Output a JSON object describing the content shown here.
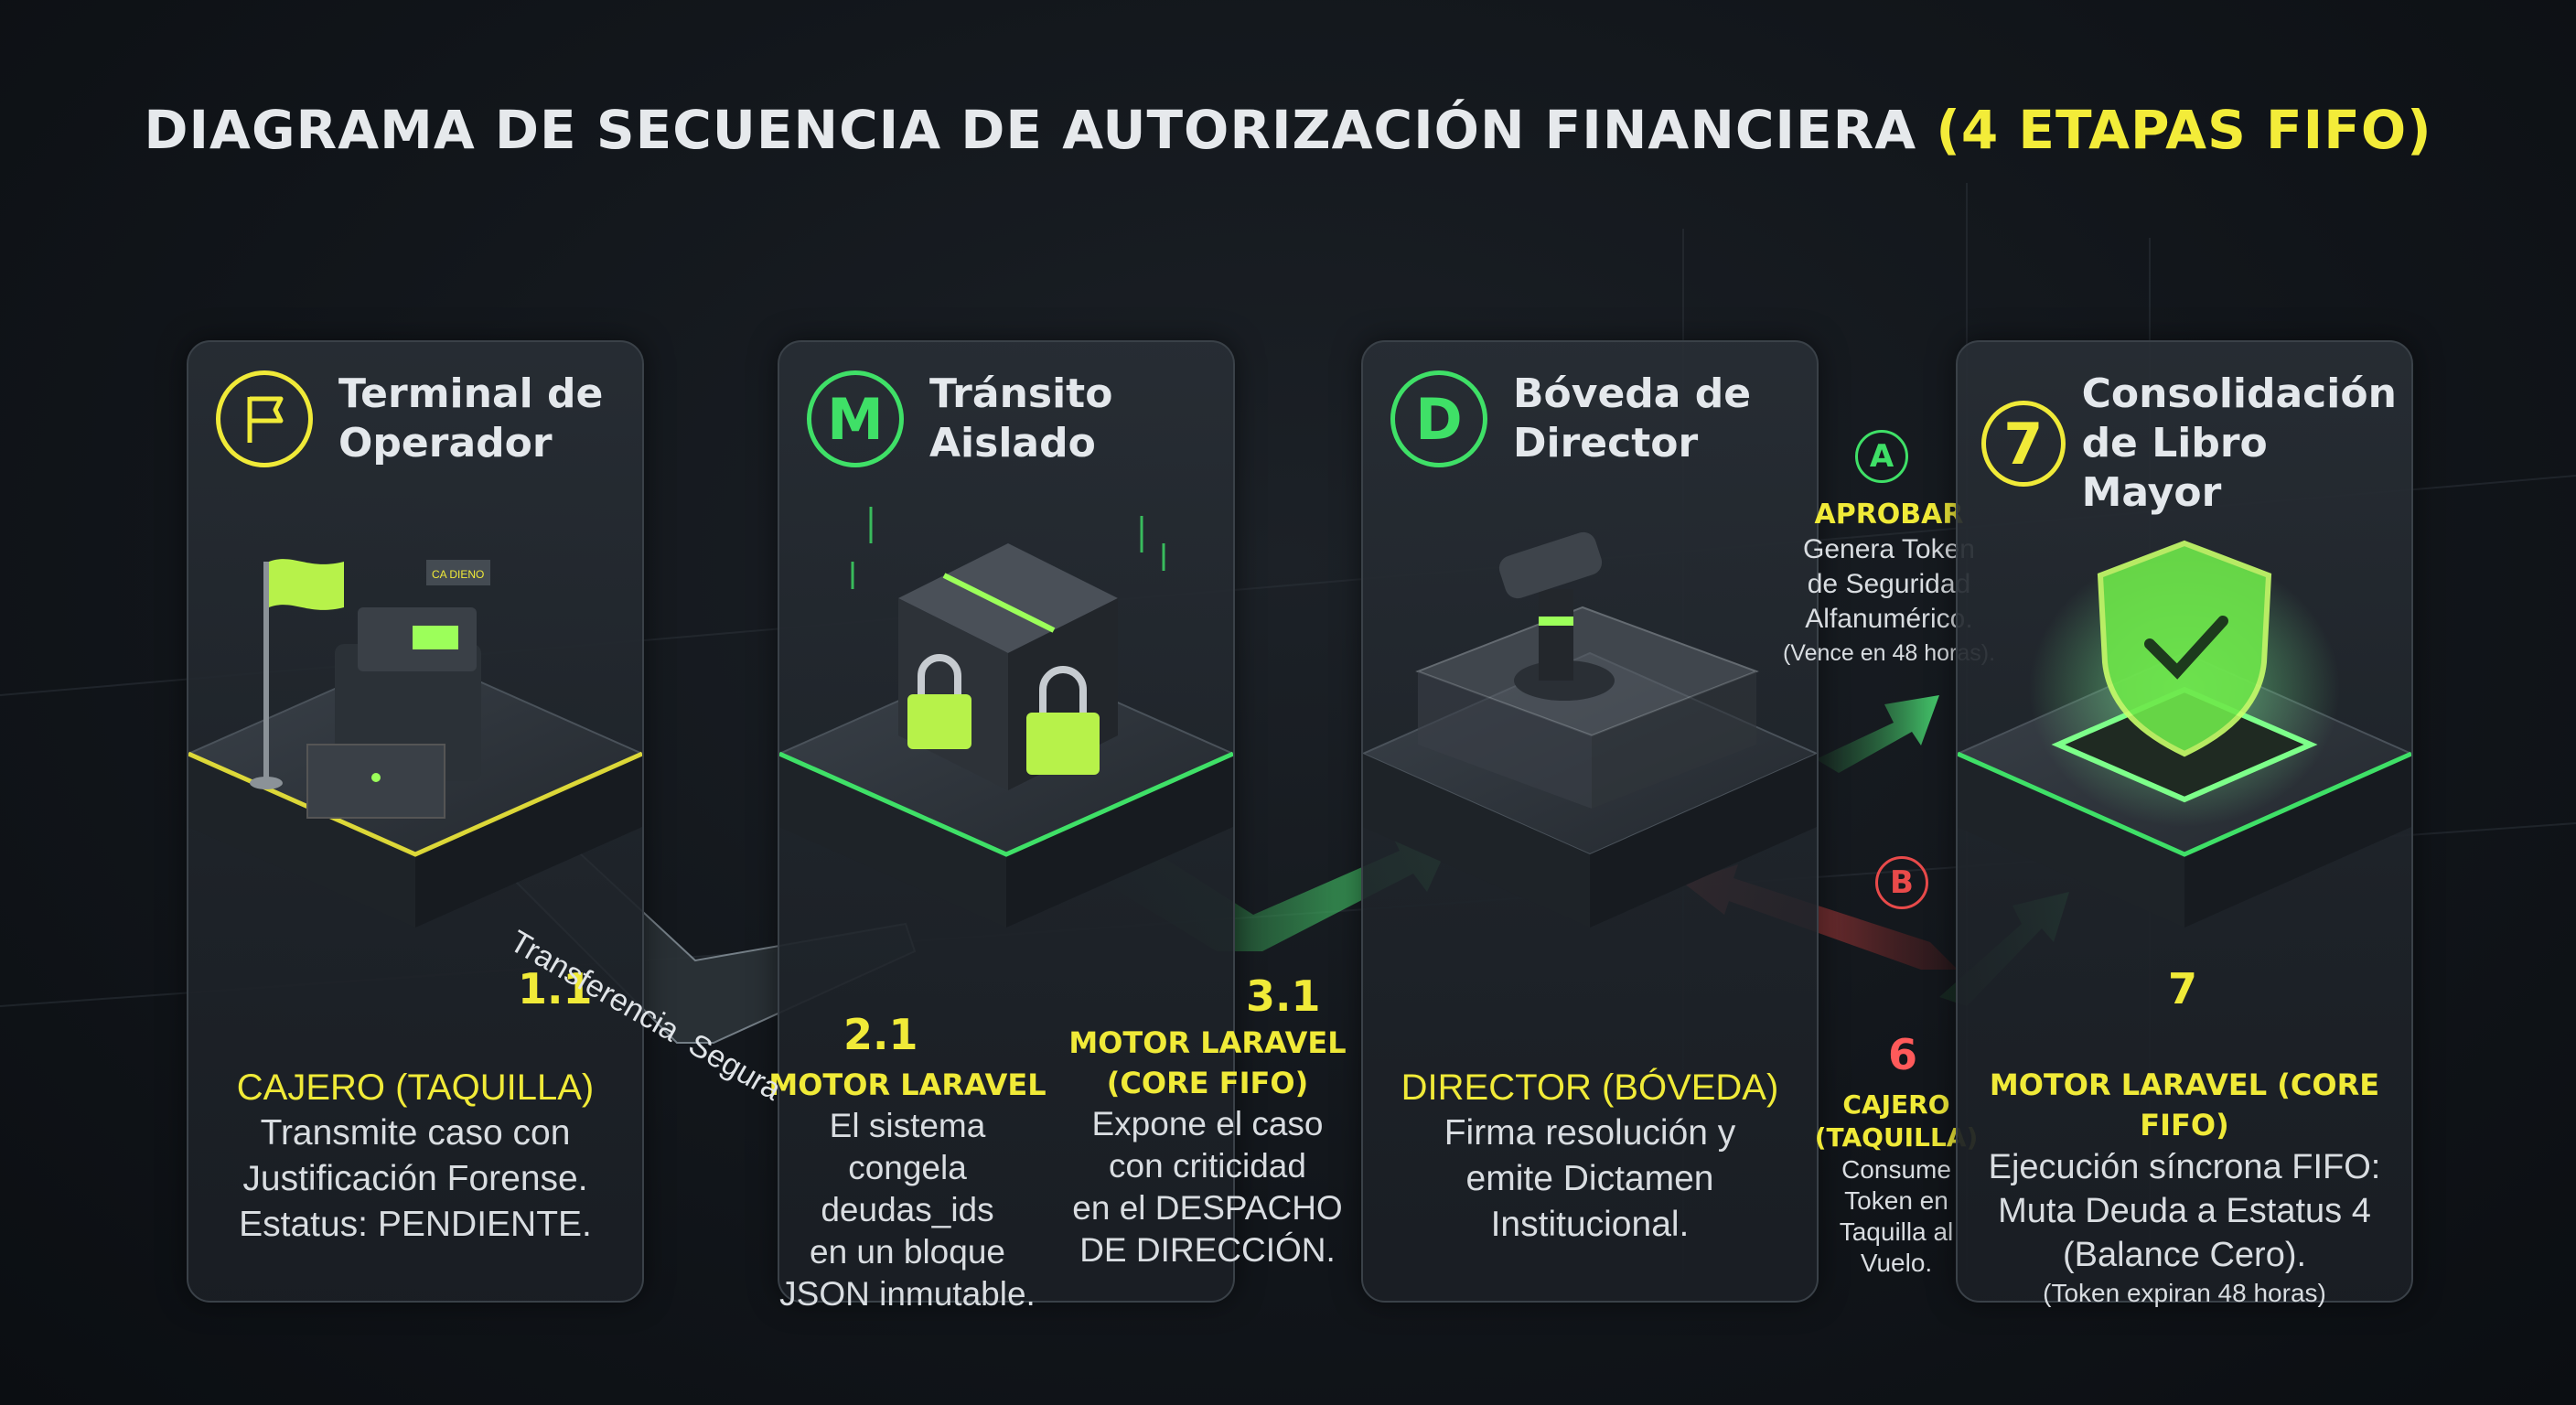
{
  "title": {
    "main": "DIAGRAMA DE SECUENCIA DE AUTORIZACIÓN FINANCIERA ",
    "accent": "(4 ETAPAS FIFO)"
  },
  "stages": [
    {
      "badge_icon": "flag-icon",
      "title": "Terminal de\nOperador",
      "illustration": "cash-register-icon",
      "register_label": "CA DIENO",
      "number": "1.1",
      "role": "CAJERO (TAQUILLA)",
      "text": "Transmite caso con\nJustificación Forense.\nEstatus: PENDIENTE."
    },
    {
      "badge": "M",
      "title": "Tránsito\nAislado",
      "illustration": "locked-cube-icon",
      "number": "2.1",
      "role": "MOTOR LARAVEL",
      "text": "El sistema\ncongela deudas_ids\nen un bloque\nJSON inmutable."
    },
    {
      "number": "3.1",
      "role": "MOTOR LARAVEL\n(CORE FIFO)",
      "text": "Expone el caso\ncon criticidad\nen el DESPACHO\nDE DIRECCIÓN."
    },
    {
      "badge": "D",
      "title": "Bóveda de\nDirector",
      "illustration": "gavel-icon",
      "role": "DIRECTOR (BÓVEDA)",
      "text": "Firma resolución y\nemite Dictamen\nInstitucional."
    },
    {
      "badge": "7",
      "title": "Consolidación\nde Libro Mayor",
      "illustration": "shield-check-icon",
      "number": "7",
      "role": "MOTOR LARAVEL (CORE FIFO)",
      "text": "Ejecución síncrona FIFO:\nMuta Deuda a Estatus 4\n(Balance Cero).",
      "note": "(Token expiran 48 horas)"
    }
  ],
  "transfer_label": "Transferencia  Segura",
  "branch_a": {
    "letter": "A",
    "label": "APROBAR",
    "text": "Genera Token\nde Seguridad\nAlfanumérico.",
    "note": "(Vence en 48 horas)."
  },
  "branch_b": {
    "letter": "B",
    "number": "6",
    "label": "CAJERO\n(TAQUILLA)",
    "text": "Consume\nToken en\nTaquilla al\nVuelo."
  },
  "colors": {
    "accent_yellow": "#f0ea38",
    "accent_green": "#3fe067",
    "reject_red": "#e84a4a"
  }
}
